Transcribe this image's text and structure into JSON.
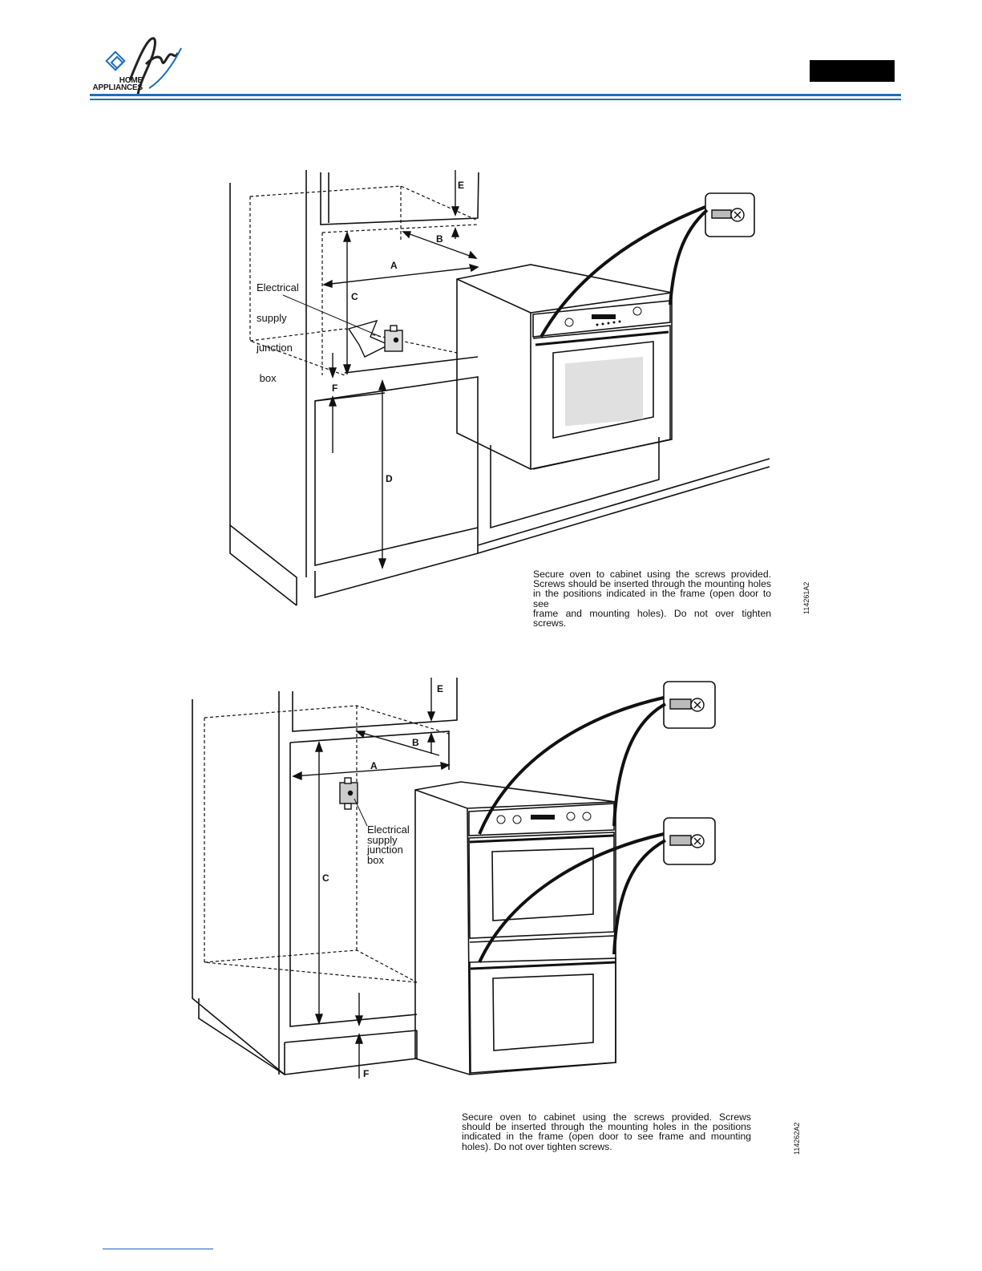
{
  "header": {
    "logo_lines": [
      "HOME",
      "APPLIANCES"
    ],
    "accent_color": "#1f6fb8"
  },
  "figure1": {
    "dimension_labels": {
      "A": "A",
      "B": "B",
      "C": "C",
      "D": "D",
      "E": "E",
      "F": "F"
    },
    "junction_box_label": [
      "Electrical",
      "supply",
      "junction",
      " box"
    ],
    "caption_lines": [
      "Secure oven to cabinet using the screws provided.",
      "Screws should be inserted through the mounting holes",
      "in the positions indicated in the frame (open door to see",
      "frame and mounting holes). Do not over tighten screws."
    ],
    "figure_code": "114261A2"
  },
  "figure2": {
    "dimension_labels": {
      "A": "A",
      "B": "B",
      "C": "C",
      "E": "E",
      "F": "F"
    },
    "junction_box_label": [
      "Electrical",
      "supply",
      "junction",
      "box"
    ],
    "caption_lines": [
      "Secure oven to cabinet using the screws provided. Screws",
      "should be inserted through the mounting holes in the positions",
      "indicated in the frame (open door to see frame and mounting",
      "holes). Do not over tighten screws."
    ],
    "figure_code": "114262A2"
  }
}
